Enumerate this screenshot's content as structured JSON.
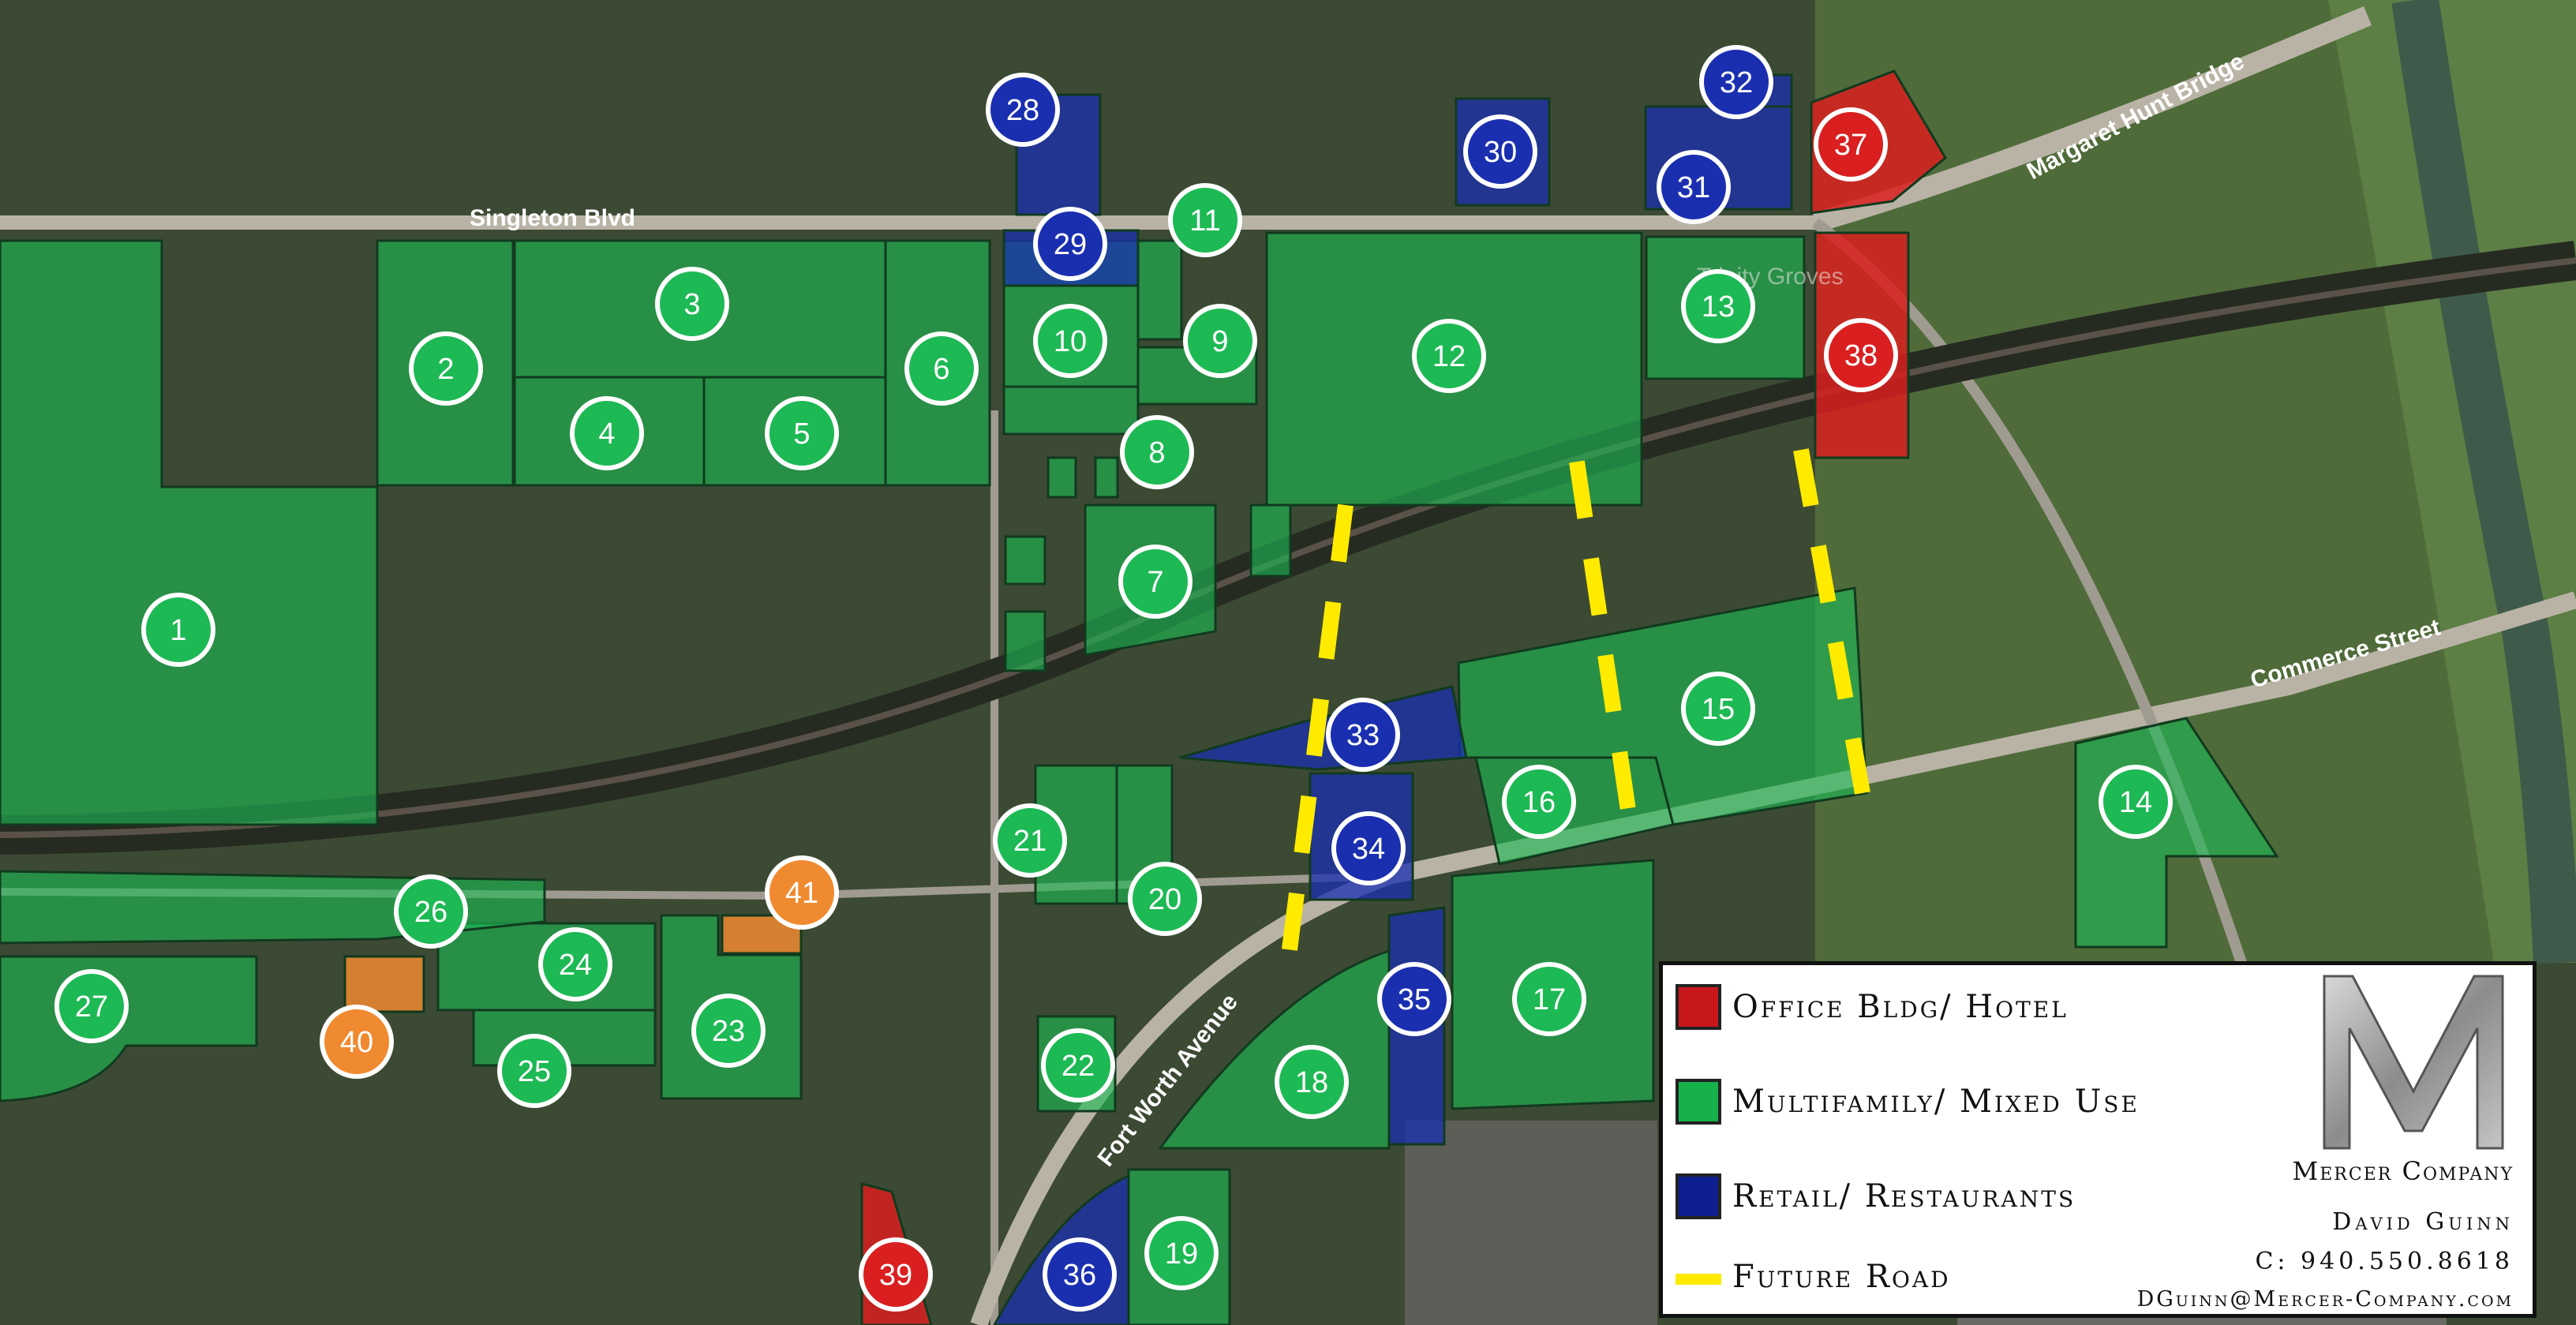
{
  "map": {
    "roads": {
      "singleton": "Singleton Blvd",
      "margaret": "Margaret Hunt Bridge",
      "commerce": "Commerce Street",
      "fortworth": "Fort Worth Avenue"
    },
    "background_label": "Trinity Groves",
    "colors": {
      "office": "#d91f1f",
      "multifamily": "#1db954",
      "retail": "#1a2fb0",
      "future_road": "#ffeb00",
      "other": "#f08a30"
    },
    "markers": [
      {
        "n": "1",
        "cat": "multifamily"
      },
      {
        "n": "2",
        "cat": "multifamily"
      },
      {
        "n": "3",
        "cat": "multifamily"
      },
      {
        "n": "4",
        "cat": "multifamily"
      },
      {
        "n": "5",
        "cat": "multifamily"
      },
      {
        "n": "6",
        "cat": "multifamily"
      },
      {
        "n": "7",
        "cat": "multifamily"
      },
      {
        "n": "8",
        "cat": "multifamily"
      },
      {
        "n": "9",
        "cat": "multifamily"
      },
      {
        "n": "10",
        "cat": "multifamily"
      },
      {
        "n": "11",
        "cat": "multifamily"
      },
      {
        "n": "12",
        "cat": "multifamily"
      },
      {
        "n": "13",
        "cat": "multifamily"
      },
      {
        "n": "14",
        "cat": "multifamily"
      },
      {
        "n": "15",
        "cat": "multifamily"
      },
      {
        "n": "16",
        "cat": "multifamily"
      },
      {
        "n": "17",
        "cat": "multifamily"
      },
      {
        "n": "18",
        "cat": "multifamily"
      },
      {
        "n": "19",
        "cat": "multifamily"
      },
      {
        "n": "20",
        "cat": "multifamily"
      },
      {
        "n": "21",
        "cat": "multifamily"
      },
      {
        "n": "22",
        "cat": "multifamily"
      },
      {
        "n": "23",
        "cat": "multifamily"
      },
      {
        "n": "24",
        "cat": "multifamily"
      },
      {
        "n": "25",
        "cat": "multifamily"
      },
      {
        "n": "26",
        "cat": "multifamily"
      },
      {
        "n": "27",
        "cat": "multifamily"
      },
      {
        "n": "28",
        "cat": "retail"
      },
      {
        "n": "29",
        "cat": "retail"
      },
      {
        "n": "30",
        "cat": "retail"
      },
      {
        "n": "31",
        "cat": "retail"
      },
      {
        "n": "32",
        "cat": "retail"
      },
      {
        "n": "33",
        "cat": "retail"
      },
      {
        "n": "34",
        "cat": "retail"
      },
      {
        "n": "35",
        "cat": "retail"
      },
      {
        "n": "36",
        "cat": "retail"
      },
      {
        "n": "37",
        "cat": "office"
      },
      {
        "n": "38",
        "cat": "office"
      },
      {
        "n": "39",
        "cat": "office"
      },
      {
        "n": "40",
        "cat": "other"
      },
      {
        "n": "41",
        "cat": "other"
      }
    ]
  },
  "legend": {
    "items": [
      {
        "label": "Office Bldg/ Hotel",
        "color": "#c8161d"
      },
      {
        "label": "Multifamily/ Mixed Use",
        "color": "#16b14a"
      },
      {
        "label": "Retail/ Restaurants",
        "color": "#0d1f8f"
      },
      {
        "label": "Future Road",
        "color": "#ffeb00"
      }
    ],
    "company": "Mercer Company",
    "contact_name": "David Guinn",
    "phone": "C: 940.550.8618",
    "email": "DGuinn@Mercer-Company.com"
  }
}
